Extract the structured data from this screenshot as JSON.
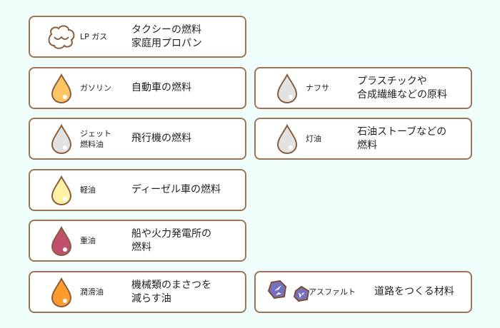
{
  "colors": {
    "background": "#effdfb",
    "border": "#9b7558"
  },
  "fuels": [
    {
      "name": "LP ガス",
      "desc": "タクシーの燃料\n家庭用プロパン",
      "icon": "cloud-icon",
      "color": "#ffffff"
    },
    {
      "name": "ガソリン",
      "desc": "自動車の燃料",
      "icon": "drop-icon",
      "color": "#ffc466"
    },
    {
      "name": "ジェット\n燃料油",
      "desc": "飛行機の燃料",
      "icon": "drop-icon",
      "color": "#e2e2e2"
    },
    {
      "name": "軽油",
      "desc": "ディーゼル車の燃料",
      "icon": "drop-icon",
      "color": "#fff0a6"
    },
    {
      "name": "重油",
      "desc": "船や火力発電所の\n燃料",
      "icon": "drop-icon",
      "color": "#c0506c"
    },
    {
      "name": "潤滑油",
      "desc": "機械類のまさつを\n減らす油",
      "icon": "drop-icon",
      "color": "#ff9b2b"
    },
    {
      "name": "ナフサ",
      "desc": "プラスチックや\n合成繊維などの原料",
      "icon": "drop-icon",
      "color": "#e2e2e2"
    },
    {
      "name": "灯油",
      "desc": "石油ストーブなどの\n燃料",
      "icon": "drop-icon",
      "color": "#e2e2e2"
    },
    {
      "name": "アスファルト",
      "desc": "道路をつくる材料",
      "icon": "rock-icon",
      "color": "#7670c0"
    }
  ]
}
